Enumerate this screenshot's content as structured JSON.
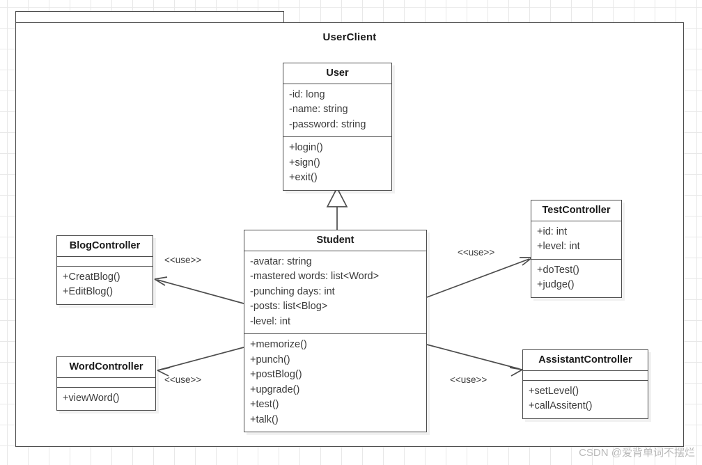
{
  "diagram": {
    "type": "uml-class-diagram",
    "package": {
      "name": "UserClient"
    },
    "classes": [
      {
        "id": "user",
        "name": "User",
        "attributes": [
          "-id: long",
          "-name: string",
          "-password: string"
        ],
        "methods": [
          "+login()",
          "+sign()",
          "+exit()"
        ]
      },
      {
        "id": "student",
        "name": "Student",
        "attributes": [
          "-avatar: string",
          "-mastered words: list<Word>",
          "-punching days: int",
          "-posts: list<Blog>",
          "-level: int"
        ],
        "methods": [
          "+memorize()",
          "+punch()",
          "+postBlog()",
          "+upgrade()",
          "+test()",
          "+talk()"
        ]
      },
      {
        "id": "blogcontroller",
        "name": "BlogController",
        "attributes": [],
        "methods": [
          "+CreatBlog()",
          "+EditBlog()"
        ]
      },
      {
        "id": "wordcontroller",
        "name": "WordController",
        "attributes": [],
        "methods": [
          "+viewWord()"
        ]
      },
      {
        "id": "testcontroller",
        "name": "TestController",
        "attributes": [
          "+id: int",
          "+level: int"
        ],
        "methods": [
          "+doTest()",
          "+judge()"
        ]
      },
      {
        "id": "assistantcontroller",
        "name": "AssistantController",
        "attributes": [],
        "methods": [
          "+setLevel()",
          "+callAssitent()"
        ]
      }
    ],
    "relationships": [
      {
        "from": "student",
        "to": "user",
        "kind": "generalization",
        "label": ""
      },
      {
        "from": "student",
        "to": "blogcontroller",
        "kind": "dependency",
        "label": "<<use>>"
      },
      {
        "from": "student",
        "to": "wordcontroller",
        "kind": "dependency",
        "label": "<<use>>"
      },
      {
        "from": "student",
        "to": "testcontroller",
        "kind": "dependency",
        "label": "<<use>>"
      },
      {
        "from": "student",
        "to": "assistantcontroller",
        "kind": "dependency",
        "label": "<<use>>"
      }
    ],
    "edge_labels": {
      "blog": "<<use>>",
      "word": "<<use>>",
      "test": "<<use>>",
      "assistant": "<<use>>"
    }
  },
  "watermark": {
    "text": "CSDN @爱背单词不摆烂"
  },
  "colors": {
    "stroke": "#4d4d4d",
    "text": "#3b3b3b",
    "title": "#1a1a1a",
    "grid": "#e8e8e8",
    "watermark": "#b9b9b9",
    "canvas": "#ffffff"
  }
}
